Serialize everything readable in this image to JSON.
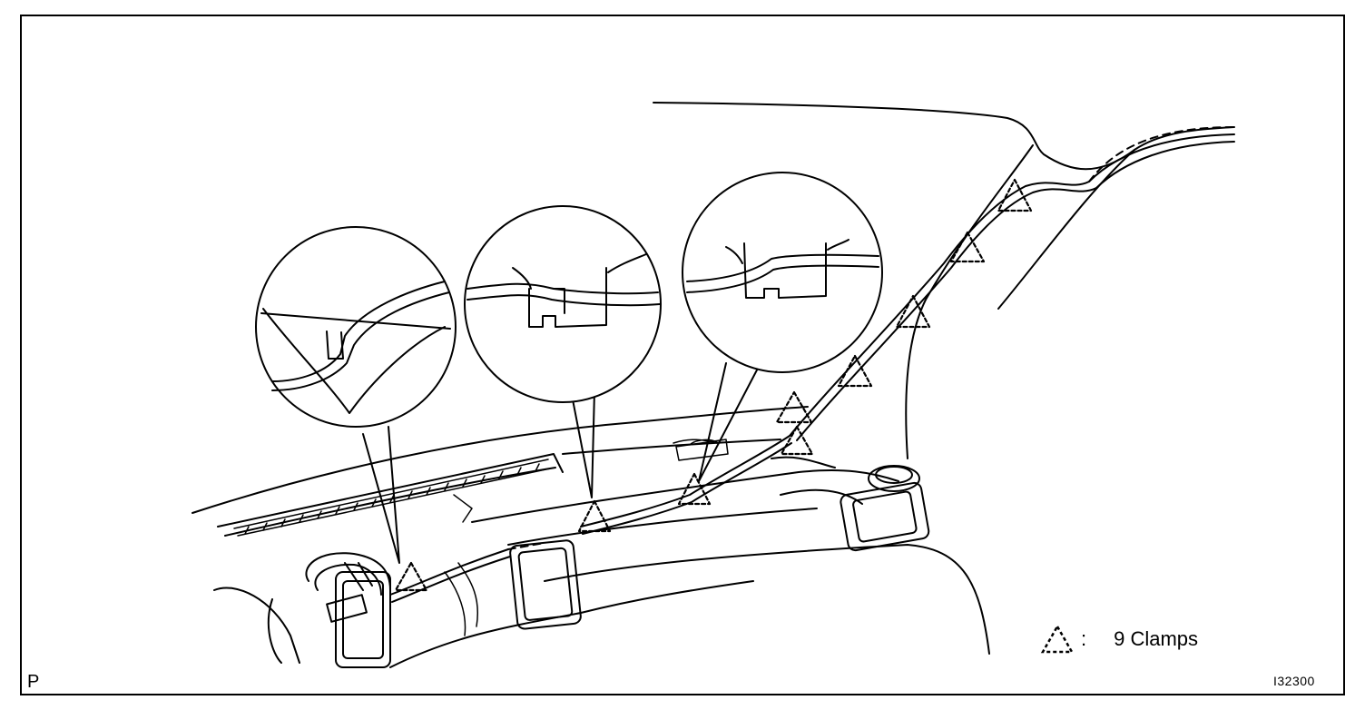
{
  "legend": {
    "symbol": "dashed-triangle-icon",
    "separator": ":",
    "label": "9 Clamps"
  },
  "page_letter": "P",
  "figure_id": "I32300",
  "clamp_count": 9,
  "colors": {
    "line": "#000000",
    "background": "#ffffff"
  }
}
